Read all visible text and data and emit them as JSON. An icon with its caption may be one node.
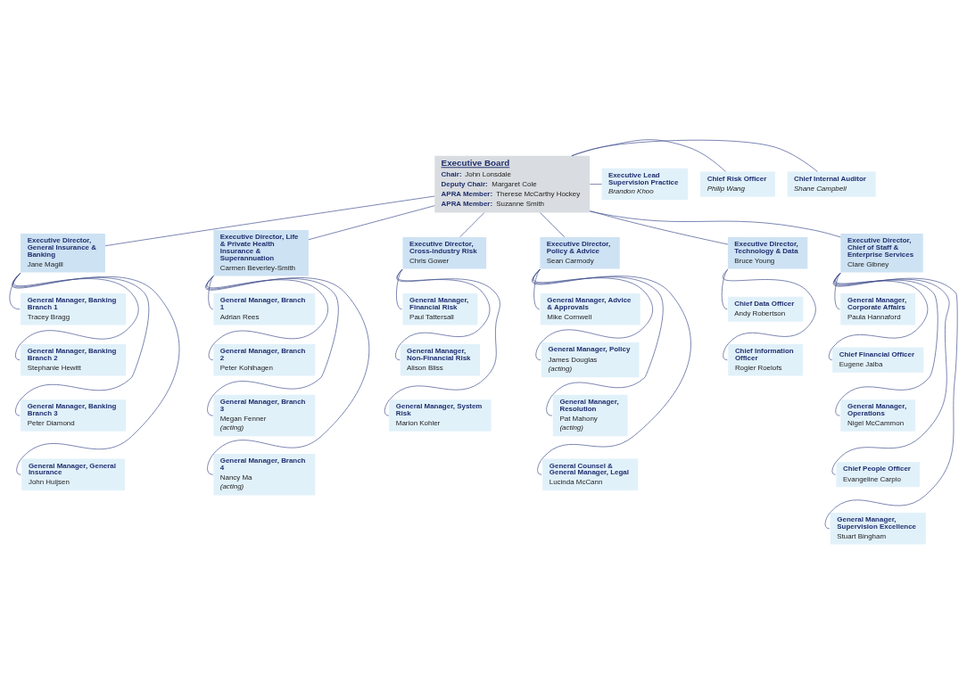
{
  "diagram": {
    "nodes": [
      {
        "text": [
          "Executive Board",
          "**Chair:** John Lonsdale",
          "**Deputy Chair:** Margaret Cole",
          "**APRA Member:** Therese McCarthy Hockey",
          "**APRA Member:** Suzanne Smith"
        ]
      },
      {
        "text": [
          "Executive Lead Supervision Practice",
          "Brandon Khoo"
        ]
      },
      {
        "text": [
          "Chief Risk Officer",
          "Philip Wang"
        ]
      },
      {
        "text": [
          "Chief Internal Auditor",
          "Shane Campbell"
        ]
      },
      {
        "text": [
          "Executive Director, General Insurance & Banking",
          "Jane Magill"
        ]
      },
      {
        "text": [
          "General Manager, Banking Branch 1",
          "Tracey Bragg"
        ]
      },
      {
        "text": [
          "General Manager, Banking Branch 2",
          "Stephanie Hewitt"
        ]
      },
      {
        "text": [
          "General Manager, Banking Branch 3",
          "Peter Diamond"
        ]
      },
      {
        "text": [
          "General Manager, General Insurance",
          "John Huijsen"
        ]
      },
      {
        "text": [
          "Executive Director, Life & Private Health Insurance & Superannuation",
          "Carmen Beverley-Smith"
        ]
      },
      {
        "text": [
          "General Manager, Branch 1",
          "Adrian Rees"
        ]
      },
      {
        "text": [
          "General Manager, Branch 2",
          "Peter Kohlhagen"
        ]
      },
      {
        "text": [
          "General Manager, Branch 3",
          "Megan Fenner",
          "(acting)"
        ]
      },
      {
        "text": [
          "General Manager, Branch 4",
          "Nancy Ma",
          "(acting)"
        ]
      },
      {
        "text": [
          "Executive Director, Cross-industry Risk",
          "Chris Gower"
        ]
      },
      {
        "text": [
          "General Manager, Financial Risk",
          "Paul Tattersall"
        ]
      },
      {
        "text": [
          "General Manager, Non-Financial Risk",
          "Alison Bliss"
        ]
      },
      {
        "text": [
          "General Manager, System Risk",
          "Marion Kohler"
        ]
      },
      {
        "text": [
          "Executive Director, Policy & Advice",
          "Sean Carmody"
        ]
      },
      {
        "text": [
          "General Manager, Advice & Approvals",
          "Mike Cornwell"
        ]
      },
      {
        "text": [
          "General Manager, Policy",
          "James Douglas",
          "(acting)"
        ]
      },
      {
        "text": [
          "General Manager, Resolution",
          "Pat Mahony",
          "(acting)"
        ]
      },
      {
        "text": [
          "General Counsel & General Manager, Legal",
          "Lucinda McCann"
        ]
      },
      {
        "text": [
          "Executive Director, Technology & Data",
          "Bruce Young"
        ]
      },
      {
        "text": [
          "Chief Data Officer",
          "Andy Robertson"
        ]
      },
      {
        "text": [
          "Chief Information Officer",
          "Rogier Roelofs"
        ]
      },
      {
        "text": [
          "Executive Director, Chief of Staff & Enterprise Services",
          "Clare Gibney"
        ]
      },
      {
        "text": [
          "General Manager, Corporate Affairs",
          "Paula Hannaford"
        ]
      },
      {
        "text": [
          "Chief Financial Officer",
          "Eugene Jalba"
        ]
      },
      {
        "text": [
          "General Manager, Operations",
          "Nigel McCammon"
        ]
      },
      {
        "text": [
          "Chief People Officer",
          "Evangeline Carpio"
        ]
      },
      {
        "text": [
          "General Manager, Supervision Excellence",
          "Stuart Bingham"
        ]
      }
    ],
    "edges": [
      {
        "from": 0,
        "to": 1,
        "arrow": "none"
      },
      {
        "from": 0,
        "to": 2,
        "arrow": "none"
      },
      {
        "from": 0,
        "to": 3,
        "arrow": "none"
      },
      {
        "from": 0,
        "to": 4,
        "arrow": "none"
      },
      {
        "from": 0,
        "to": 9,
        "arrow": "none"
      },
      {
        "from": 0,
        "to": 14,
        "arrow": "none"
      },
      {
        "from": 0,
        "to": 18,
        "arrow": "none"
      },
      {
        "from": 0,
        "to": 23,
        "arrow": "none"
      },
      {
        "from": 0,
        "to": 26,
        "arrow": "none"
      },
      {
        "from": 4,
        "to": 5,
        "arrow": "none"
      },
      {
        "from": 4,
        "to": 6,
        "arrow": "none"
      },
      {
        "from": 4,
        "to": 7,
        "arrow": "none"
      },
      {
        "from": 4,
        "to": 8,
        "arrow": "none"
      },
      {
        "from": 9,
        "to": 10,
        "arrow": "none"
      },
      {
        "from": 9,
        "to": 11,
        "arrow": "none"
      },
      {
        "from": 9,
        "to": 12,
        "arrow": "none"
      },
      {
        "from": 9,
        "to": 13,
        "arrow": "none"
      },
      {
        "from": 14,
        "to": 15,
        "arrow": "none"
      },
      {
        "from": 14,
        "to": 16,
        "arrow": "none"
      },
      {
        "from": 14,
        "to": 17,
        "arrow": "none"
      },
      {
        "from": 18,
        "to": 19,
        "arrow": "none"
      },
      {
        "from": 18,
        "to": 20,
        "arrow": "none"
      },
      {
        "from": 18,
        "to": 21,
        "arrow": "none"
      },
      {
        "from": 18,
        "to": 22,
        "arrow": "none"
      },
      {
        "from": 23,
        "to": 24,
        "arrow": "none"
      },
      {
        "from": 23,
        "to": 25,
        "arrow": "none"
      },
      {
        "from": 26,
        "to": 27,
        "arrow": "none"
      },
      {
        "from": 26,
        "to": 28,
        "arrow": "none"
      },
      {
        "from": 26,
        "to": 29,
        "arrow": "none"
      },
      {
        "from": 26,
        "to": 30,
        "arrow": "none"
      },
      {
        "from": 26,
        "to": 31,
        "arrow": "none"
      }
    ]
  }
}
